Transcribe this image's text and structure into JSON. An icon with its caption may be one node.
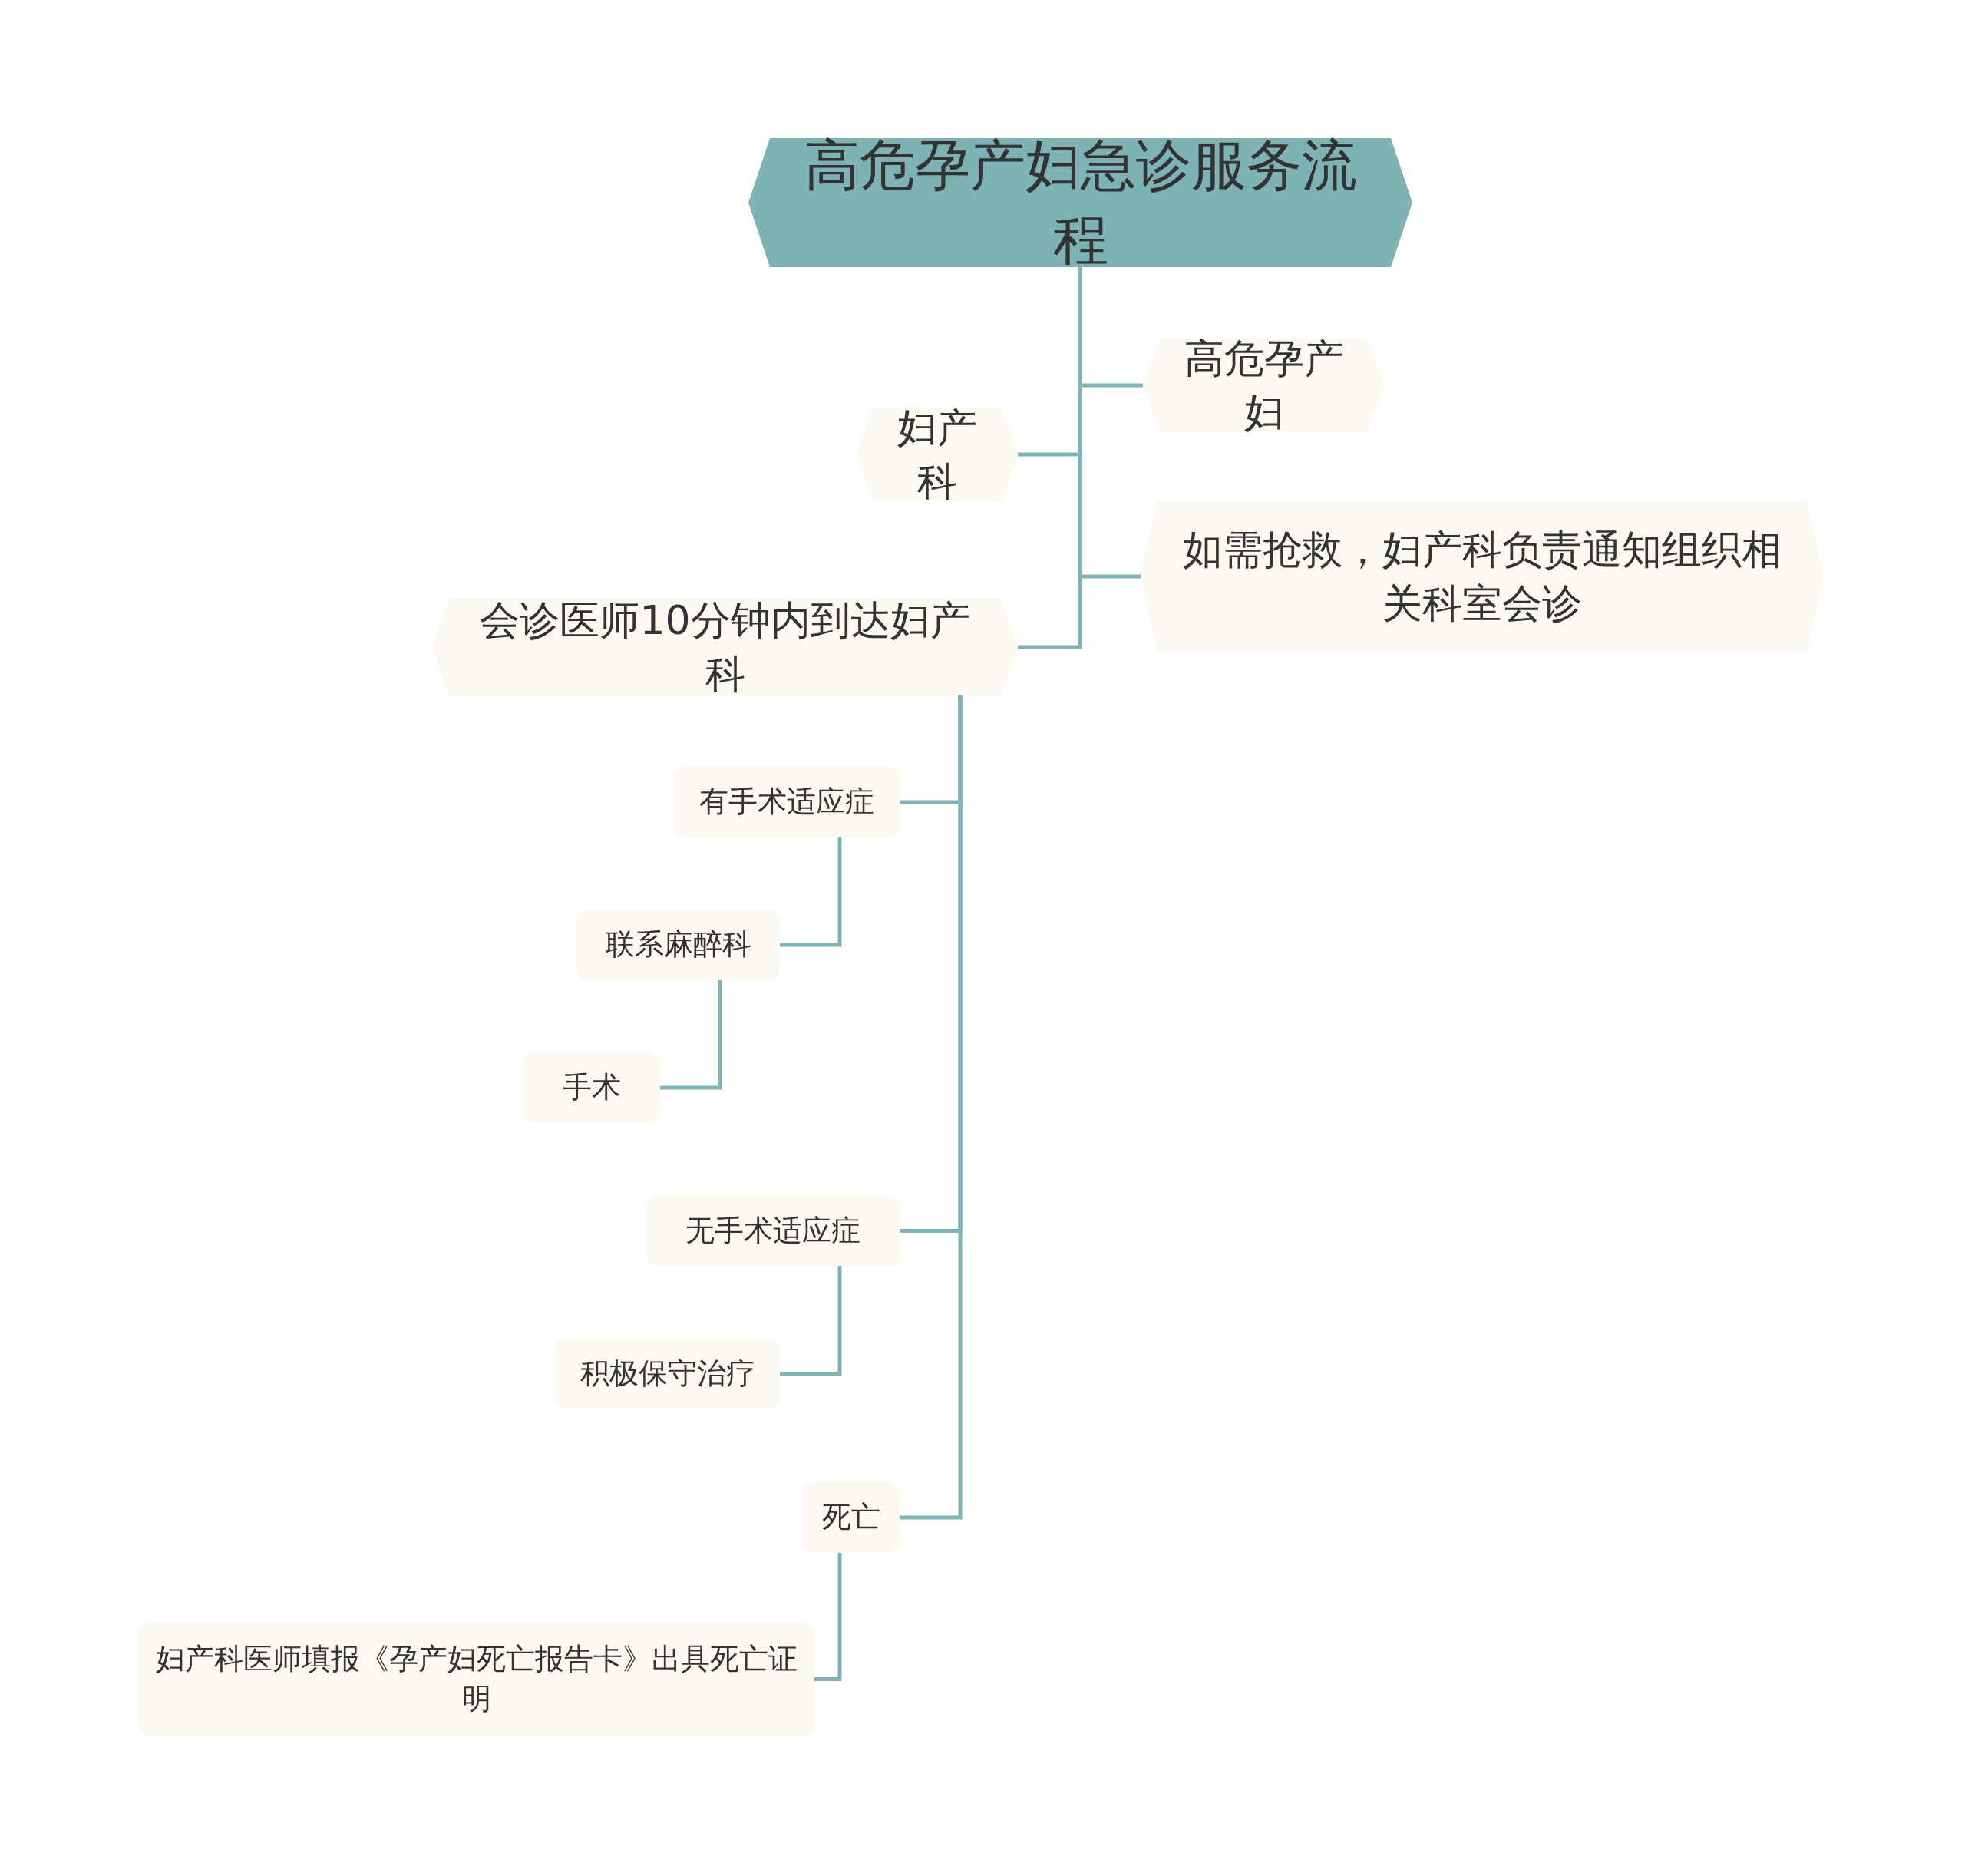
{
  "diagram": {
    "nodes": [
      {
        "text": [
          "高危孕产妇急诊服务流程"
        ]
      },
      {
        "text": [
          "高危孕产妇"
        ]
      },
      {
        "text": [
          "妇产科"
        ]
      },
      {
        "text": [
          "如需抢救，妇产科负责通知组织相关科室会诊"
        ]
      },
      {
        "text": [
          "会诊医师10分钟内到达妇产科"
        ]
      },
      {
        "text": [
          "有手术适应症"
        ]
      },
      {
        "text": [
          "联系麻醉科"
        ]
      },
      {
        "text": [
          "手术"
        ]
      },
      {
        "text": [
          "无手术适应症"
        ]
      },
      {
        "text": [
          "积极保守治疗"
        ]
      },
      {
        "text": [
          "死亡"
        ]
      },
      {
        "text": [
          "妇产科医师填报《孕产妇死亡报告卡》出具死亡证明"
        ]
      }
    ],
    "edges": [
      {
        "from": 0,
        "to": 1,
        "arrow": "none"
      },
      {
        "from": 0,
        "to": 2,
        "arrow": "none"
      },
      {
        "from": 0,
        "to": 3,
        "arrow": "none"
      },
      {
        "from": 0,
        "to": 4,
        "arrow": "none"
      },
      {
        "from": 4,
        "to": 5,
        "arrow": "none"
      },
      {
        "from": 4,
        "to": 8,
        "arrow": "none"
      },
      {
        "from": 4,
        "to": 10,
        "arrow": "none"
      },
      {
        "from": 5,
        "to": 6,
        "arrow": "none"
      },
      {
        "from": 6,
        "to": 7,
        "arrow": "none"
      },
      {
        "from": 8,
        "to": 9,
        "arrow": "none"
      },
      {
        "from": 10,
        "to": 11,
        "arrow": "none"
      }
    ]
  }
}
